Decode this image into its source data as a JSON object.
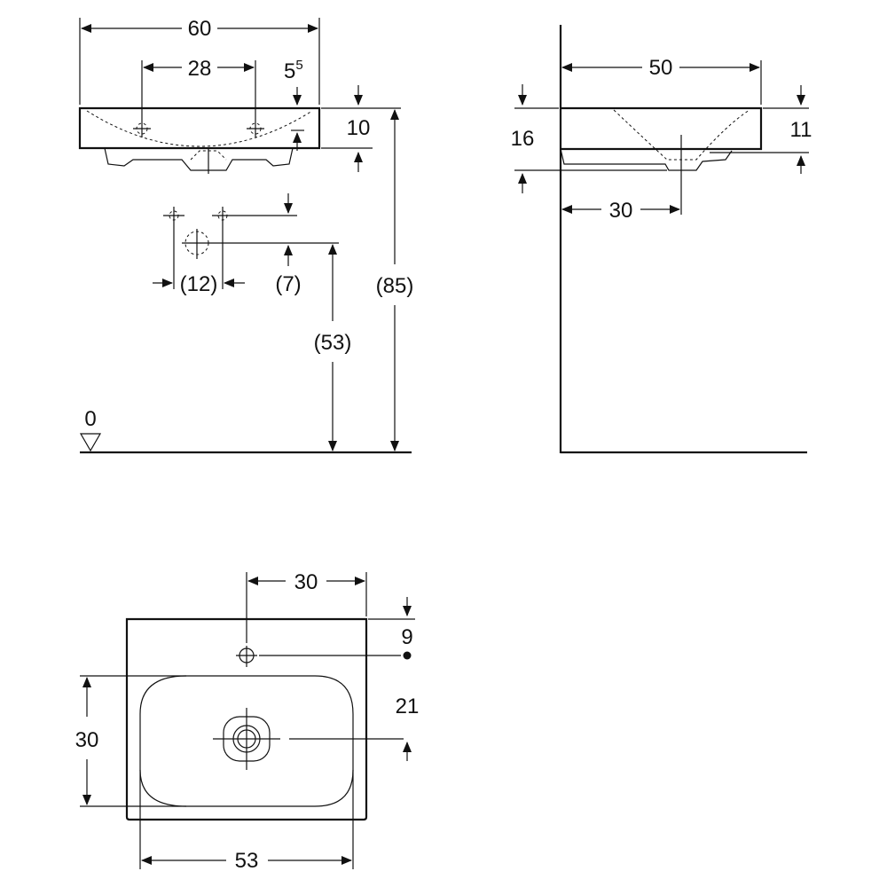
{
  "front_view": {
    "width_total": "60",
    "tap_spacing": "28",
    "edge_offset_main": "5",
    "edge_offset_sup": "5",
    "rim_height": "10",
    "supply_spacing": "(12)",
    "supply_drop": "(7)",
    "supply_height": "(53)",
    "total_height": "(85)",
    "floor_level": "0"
  },
  "side_view": {
    "depth": "50",
    "rim_thickness_left": "16",
    "rim_thickness_right": "11",
    "drain_offset": "30"
  },
  "top_view": {
    "tap_offset": "30",
    "tap_from_back": "9",
    "basin_depth": "30",
    "drain_from_tap": "21",
    "basin_width": "53"
  }
}
